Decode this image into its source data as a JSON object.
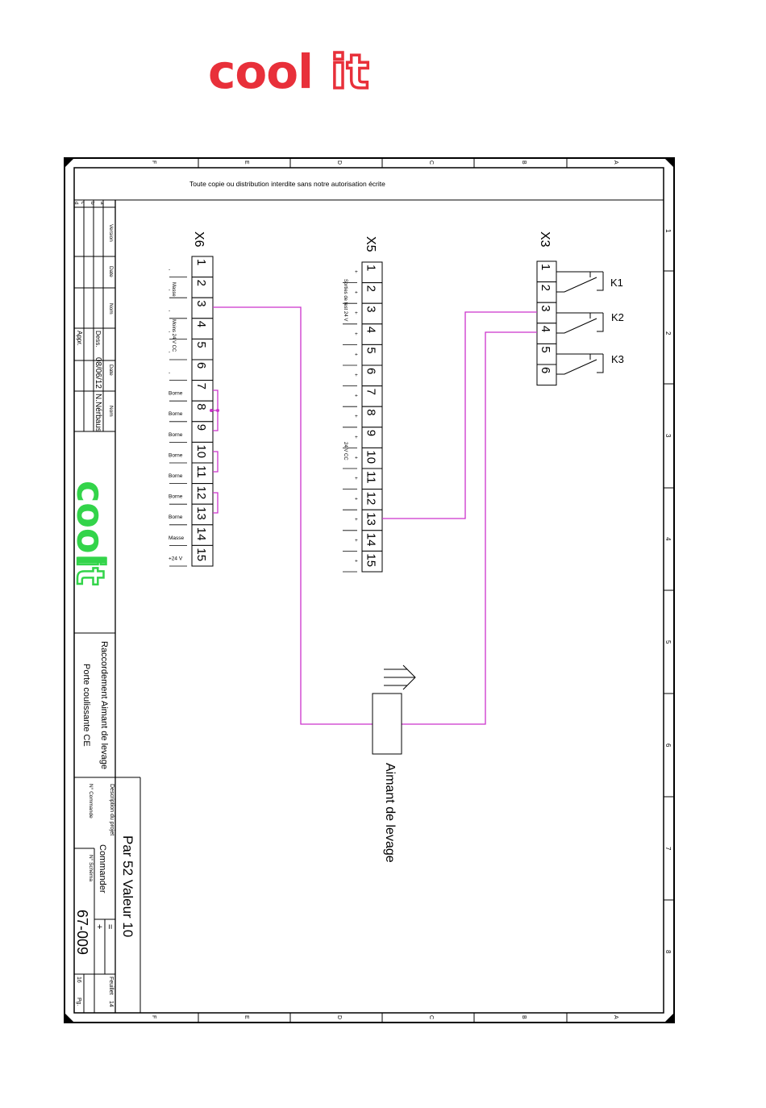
{
  "logo": {
    "word1": "cool",
    "word2": "it",
    "top_color": "#e8303a",
    "side_color": "#33d44a"
  },
  "notice": "Toute copie ou distribution interdite sans notre autorisation écrite",
  "frame": {
    "col_letters": [
      "F",
      "E",
      "D",
      "C",
      "B",
      "A"
    ],
    "row_numbers": [
      "1",
      "2",
      "3",
      "4",
      "5",
      "6",
      "7",
      "8"
    ]
  },
  "x6": {
    "title": "X6",
    "terminals": [
      "1",
      "2",
      "3",
      "4",
      "5",
      "6",
      "7",
      "8",
      "9",
      "10",
      "11",
      "12",
      "13",
      "14",
      "15"
    ],
    "labels": [
      "-",
      "-",
      "-",
      "-",
      "-",
      "-",
      "Borne",
      "Borne",
      "Borne",
      "Borne",
      "Borne",
      "Borne",
      "Borne",
      "Masse",
      "+24 V"
    ],
    "group_label_masse": "Masse",
    "group_label_moins": "Moins 24 V CC"
  },
  "x5": {
    "title": "X5",
    "terminals": [
      "1",
      "2",
      "3",
      "4",
      "5",
      "6",
      "7",
      "8",
      "9",
      "10",
      "11",
      "12",
      "13",
      "14",
      "15"
    ],
    "marks": [
      "+",
      "+",
      "+",
      "+",
      "+",
      "+",
      "+",
      "+",
      "+",
      "+",
      "+",
      "+",
      "+",
      "+",
      "+"
    ],
    "group_label_sorties": "Sorties de test 24 V",
    "group_label_24vcc": "24 V CC"
  },
  "x3": {
    "title": "X3",
    "terminals": [
      "1",
      "2",
      "3",
      "4",
      "5",
      "6"
    ],
    "relays": [
      "K1",
      "K2",
      "K3"
    ]
  },
  "magnet": {
    "label": "Aimant de levage"
  },
  "title_block": {
    "rev_letters": [
      "a",
      "b",
      "c",
      "d"
    ],
    "col_version": "Version",
    "col_date": "Date",
    "col_nom": "Nom",
    "date_header": "Date",
    "nom_header": "Nom",
    "dess_label": "Dess.",
    "appr_label": "Appr.",
    "dess_date": "08/06/12",
    "dess_name": "N.Nérbaus",
    "description_line1": "Raccordement Aimant de levage",
    "description_line2": "Porte coulissante CE",
    "project_desc_label": "Description du projet",
    "project_desc_value": "Commander",
    "order_label": "N° Commande",
    "schema_label": "N° Schéma",
    "schema_number": "67-009",
    "eq_symbol": "=",
    "plus_symbol": "+",
    "sheet_label": "Feuillet",
    "sheet_number": "14",
    "pages_number": "16",
    "pages_label": "Pg.",
    "big_title": "Par 52 Valeur 10"
  }
}
